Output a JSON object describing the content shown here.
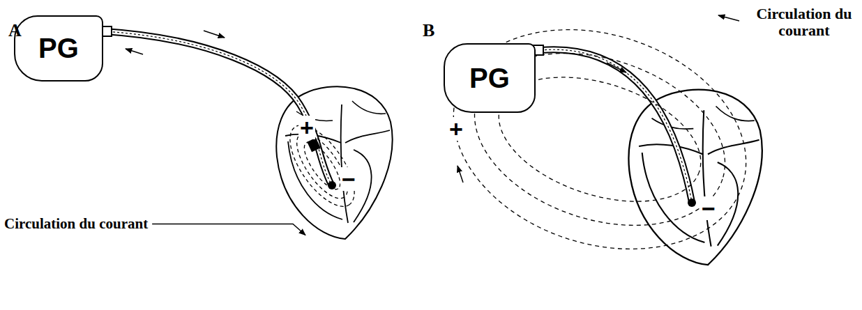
{
  "diagram": {
    "nodes": [
      {
        "text": [
          "PG"
        ]
      },
      {
        "text": [
          "PG"
        ]
      }
    ],
    "labels": [
      "A",
      "+",
      "−",
      "Circulation du courant",
      "B",
      "Circulation du courant",
      "+",
      "−"
    ]
  }
}
